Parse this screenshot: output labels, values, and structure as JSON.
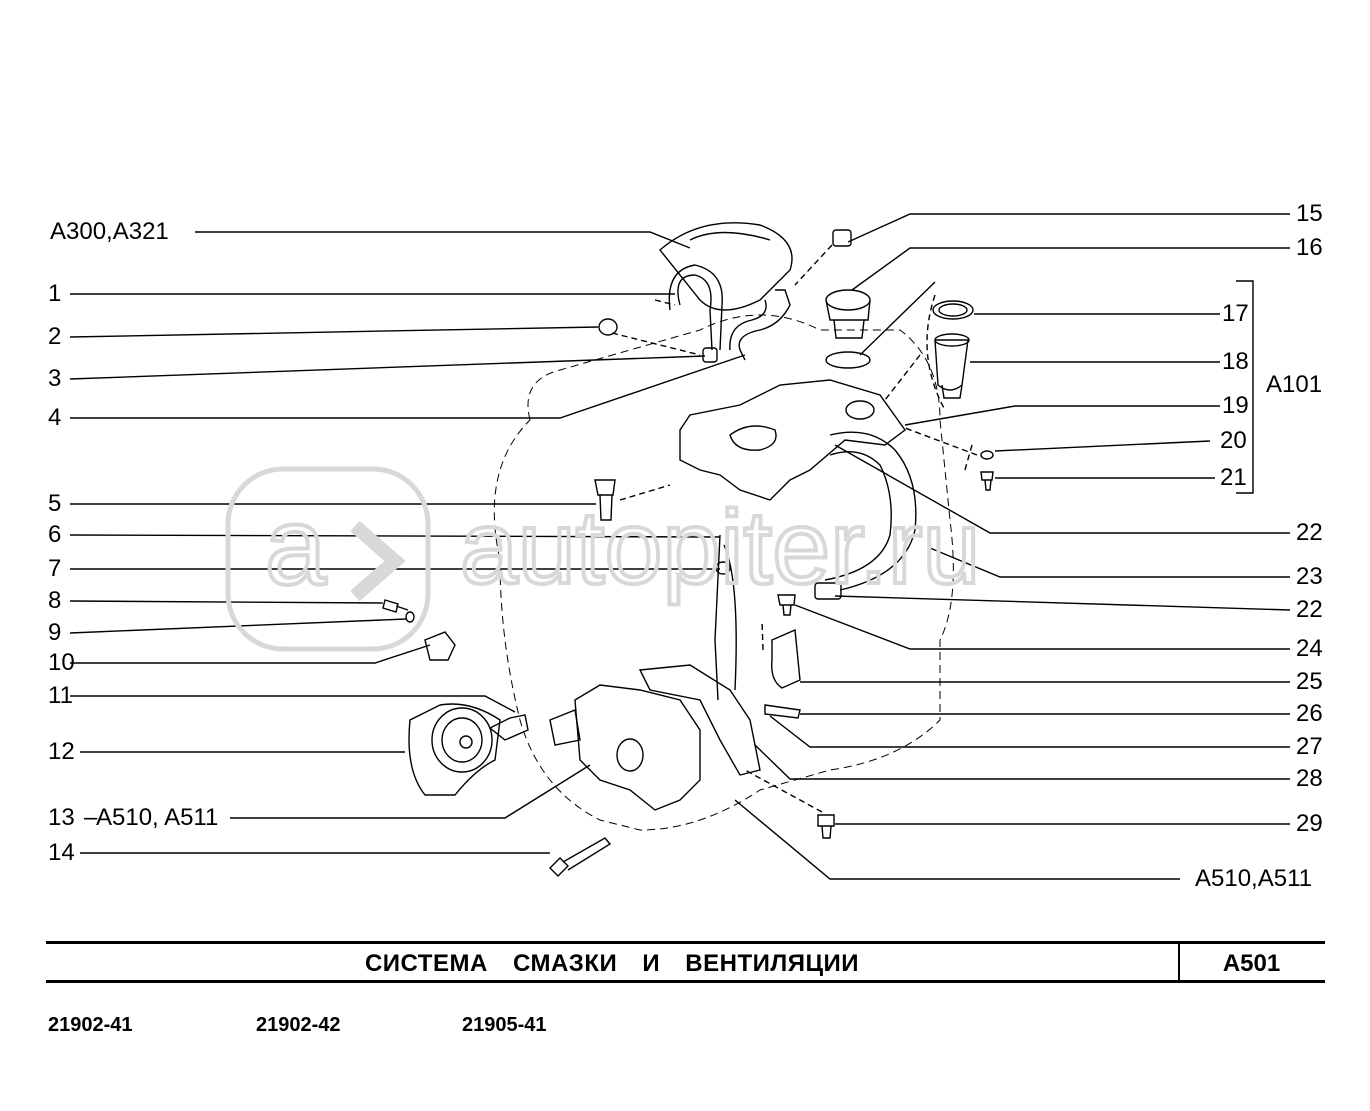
{
  "callouts_left": [
    {
      "id": "a300",
      "text": "A300,A321"
    },
    {
      "id": "1",
      "text": "1"
    },
    {
      "id": "2",
      "text": "2"
    },
    {
      "id": "3",
      "text": "3"
    },
    {
      "id": "4",
      "text": "4"
    },
    {
      "id": "5",
      "text": "5"
    },
    {
      "id": "6",
      "text": "6"
    },
    {
      "id": "7",
      "text": "7"
    },
    {
      "id": "8",
      "text": "8"
    },
    {
      "id": "9",
      "text": "9"
    },
    {
      "id": "10",
      "text": "10"
    },
    {
      "id": "11",
      "text": "11"
    },
    {
      "id": "12",
      "text": "12"
    },
    {
      "id": "13",
      "text": "13"
    },
    {
      "id": "13ref",
      "text": "A510, A511"
    },
    {
      "id": "14",
      "text": "14"
    }
  ],
  "callouts_right": [
    {
      "id": "15",
      "text": "15"
    },
    {
      "id": "16",
      "text": "16"
    },
    {
      "id": "17",
      "text": "17"
    },
    {
      "id": "18",
      "text": "18"
    },
    {
      "id": "a101",
      "text": "A101"
    },
    {
      "id": "19",
      "text": "19"
    },
    {
      "id": "20",
      "text": "20"
    },
    {
      "id": "21",
      "text": "21"
    },
    {
      "id": "22a",
      "text": "22"
    },
    {
      "id": "23",
      "text": "23"
    },
    {
      "id": "22b",
      "text": "22"
    },
    {
      "id": "24",
      "text": "24"
    },
    {
      "id": "25",
      "text": "25"
    },
    {
      "id": "26",
      "text": "26"
    },
    {
      "id": "27",
      "text": "27"
    },
    {
      "id": "28",
      "text": "28"
    },
    {
      "id": "29",
      "text": "29"
    },
    {
      "id": "a510b",
      "text": "A510,A511"
    }
  ],
  "title": "СИСТЕМА СМАЗКИ И ВЕНТИЛЯЦИИ",
  "code": "A501",
  "models": [
    "21902-41",
    "21902-42",
    "21905-41"
  ],
  "watermark": "autopiter.ru",
  "colors": {
    "line": "#000000",
    "watermark": "#d8d8d8",
    "background": "#ffffff"
  }
}
